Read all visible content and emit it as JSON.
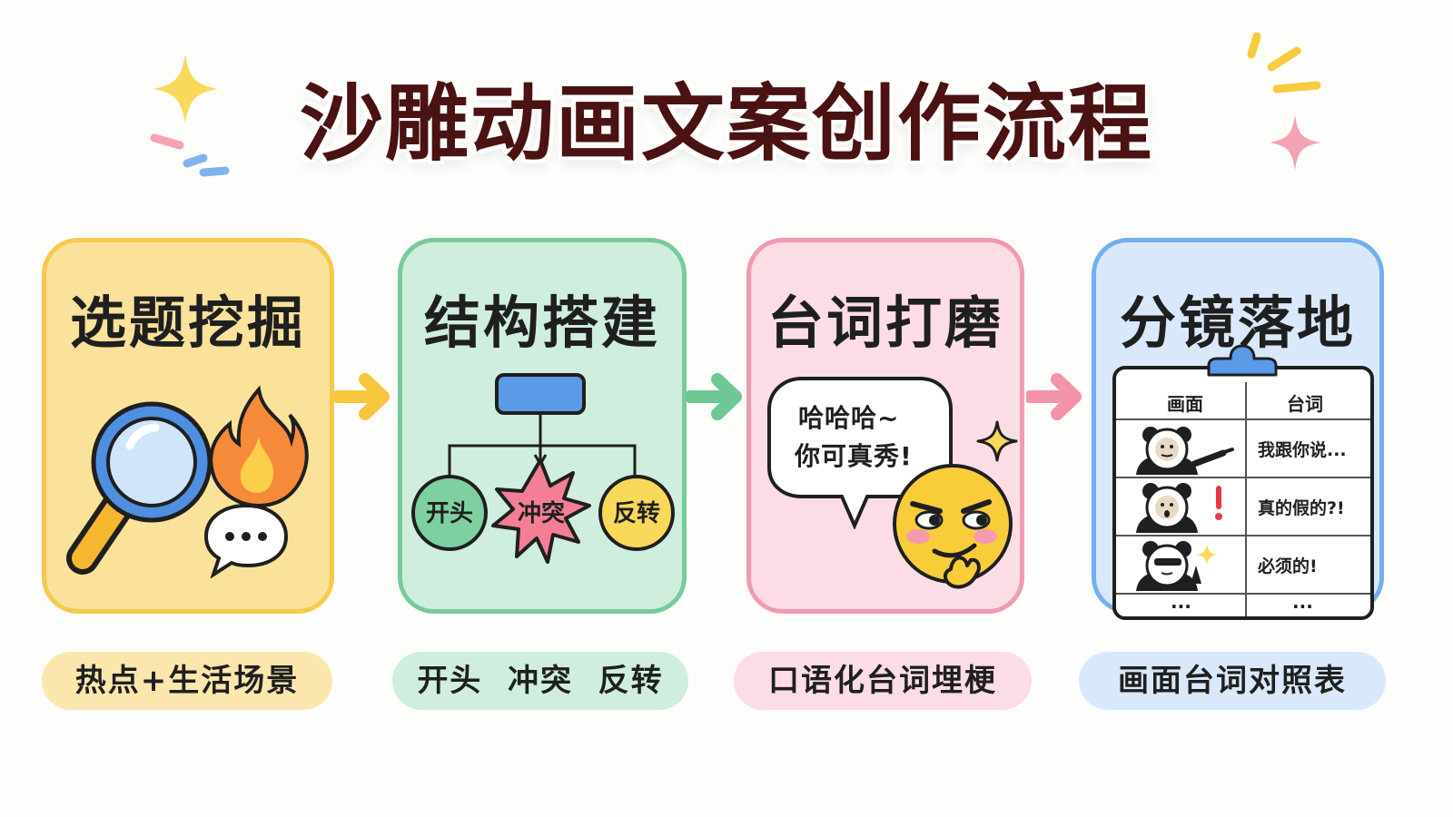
{
  "title": "沙雕动画文案创作流程",
  "colors": {
    "yellow": "#fbe29a",
    "green": "#cfeedd",
    "pink": "#fcdde5",
    "blue": "#d9e9fb",
    "title": "#4a1212"
  },
  "steps": [
    {
      "title": "选题挖掘",
      "caption": "热点+生活场景",
      "icons": [
        "magnifier-icon",
        "fire-icon",
        "chat-bubble-icon"
      ]
    },
    {
      "title": "结构搭建",
      "caption": "开头  冲突  反转",
      "nodes": [
        "开头",
        "冲突",
        "反转"
      ]
    },
    {
      "title": "台词打磨",
      "caption": "口语化台词埋梗",
      "bubble_lines": [
        "哈哈哈~",
        "你可真秀!"
      ],
      "icons": [
        "smirk-emoji-icon",
        "sparkle-icon"
      ]
    },
    {
      "title": "分镜落地",
      "caption": "画面台词对照表",
      "table": {
        "headers": [
          "画面",
          "台词"
        ],
        "rows": [
          {
            "line": "我跟你说..."
          },
          {
            "line": "真的假的?!"
          },
          {
            "line": "必须的!"
          }
        ],
        "ellipsis": "..."
      }
    }
  ]
}
